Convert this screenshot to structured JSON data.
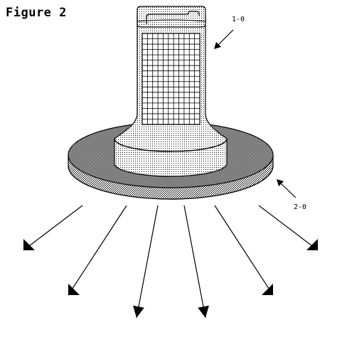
{
  "figure": {
    "title": "Figure 2"
  },
  "callouts": {
    "device_ref": "1-0",
    "base_ref": "2-0"
  },
  "colors": {
    "stroke": "#000000",
    "dot": "#000000",
    "fill": "#ffffff"
  }
}
